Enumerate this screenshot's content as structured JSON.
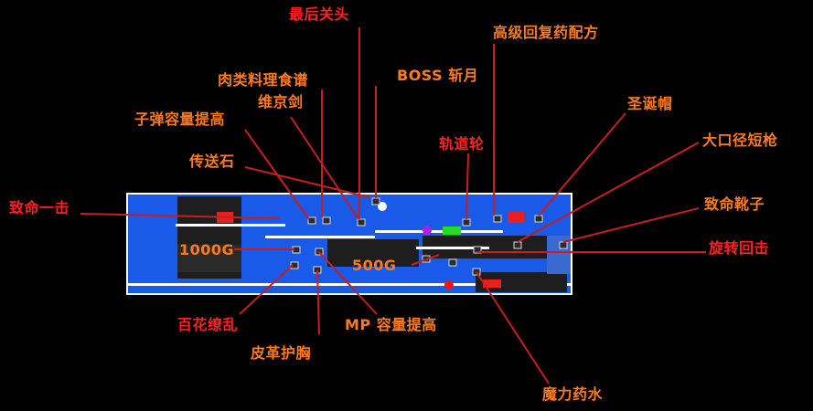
{
  "labels": {
    "final_boss": "最后关头",
    "advanced_potion_recipe": "高级回复药配方",
    "meat_recipe": "肉类料理食谱",
    "boss_shingetsu": "BOSS 斩月",
    "vikram_sword": "维京剑",
    "bullet_capacity_up": "子弹容量提高",
    "santa_hat": "圣诞帽",
    "rail_wheel": "轨道轮",
    "big_shotgun": "大口径短枪",
    "teleport_stone": "传送石",
    "critical_strike": "致命一击",
    "critical_boots": "致命靴子",
    "gold_1000": "1000G",
    "spin_attack": "旋转回击",
    "gold_500": "500G",
    "hundred_flowers": "百花缭乱",
    "mp_capacity_up": "MP 容量提高",
    "leather_armor": "皮革护胸",
    "magic_potion": "魔力药水"
  },
  "colors": {
    "background": "#000000",
    "wall_blue": "#1a5ae8",
    "room_dark": "#1e1e1e",
    "corridor_white": "#ffffff",
    "label_orange": "#ff7a1f",
    "label_red": "#ff2020",
    "leader_line": "#c81e1e"
  }
}
